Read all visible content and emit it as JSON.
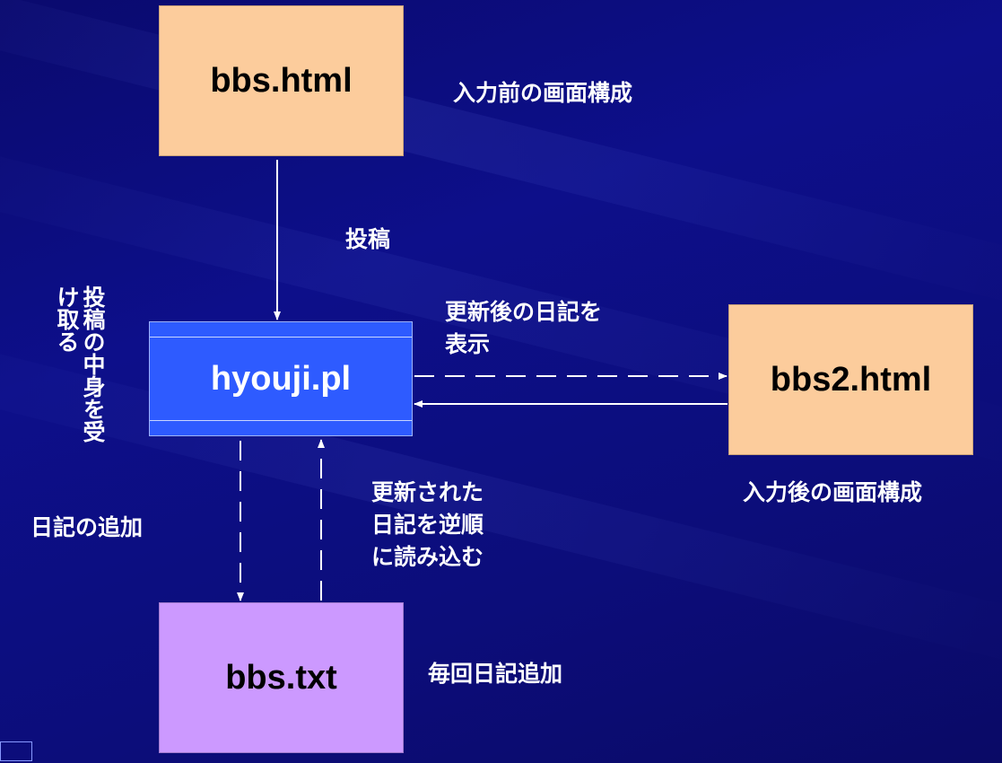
{
  "boxes": {
    "bbs_html": "bbs.html",
    "hyouji_pl": "hyouji.pl",
    "bbs2_html": "bbs2.html",
    "bbs_txt": "bbs.txt"
  },
  "labels": {
    "before_input": "入力前の画面構成",
    "post": "投稿",
    "receive_contents": "投稿の中身を受\nけ取る",
    "show_updated": "更新後の日記を\n表示",
    "after_input": "入力後の画面構成",
    "add_diary": "日記の追加",
    "read_reverse": "更新された\n日記を逆順\nに読み込む",
    "add_every_time": "毎回日記追加"
  },
  "colors": {
    "background": "#0c0d7a",
    "peach_box": "#fccc9c",
    "lilac_box": "#cc99ff",
    "script_box": "#2e5bff",
    "text": "#ffffff"
  }
}
